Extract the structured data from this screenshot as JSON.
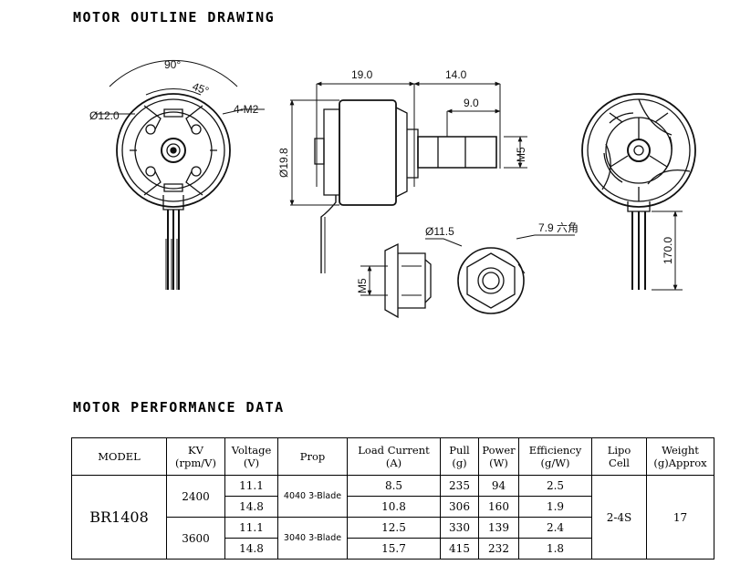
{
  "headings": {
    "outline": "MOTOR OUTLINE DRAWING",
    "performance": "MOTOR PERFORMANCE DATA"
  },
  "dimensions": {
    "angle_90": "90°",
    "angle_45": "45°",
    "diameter_12": "Ø12.0",
    "screws": "4-M2",
    "length_19": "19.0",
    "length_14": "14.0",
    "shaft_9": "9.0",
    "diameter_19_8": "Ø19.8",
    "m5_shaft": "M5",
    "diameter_11_5": "Ø11.5",
    "hex_7_9": "7.9 六角",
    "m5_nut": "M5",
    "lead_170": "170.0"
  },
  "table": {
    "headers": {
      "model": "MODEL",
      "kv": [
        "KV",
        "(rpm/V)"
      ],
      "voltage": [
        "Voltage",
        "(V)"
      ],
      "prop": "Prop",
      "current": [
        "Load Current",
        "(A)"
      ],
      "pull": [
        "Pull",
        "(g)"
      ],
      "power": [
        "Power",
        "(W)"
      ],
      "efficiency": [
        "Efficiency",
        "(g/W)"
      ],
      "lipo": [
        "Lipo",
        "Cell"
      ],
      "weight": [
        "Weight",
        "(g)Approx"
      ]
    },
    "model": "BR1408",
    "lipo": "2-4S",
    "weight": "17",
    "groups": [
      {
        "kv": "2400",
        "prop": "4040 3-Blade",
        "rows": [
          {
            "voltage": "11.1",
            "current": "8.5",
            "pull": "235",
            "power": "94",
            "efficiency": "2.5"
          },
          {
            "voltage": "14.8",
            "current": "10.8",
            "pull": "306",
            "power": "160",
            "efficiency": "1.9"
          }
        ]
      },
      {
        "kv": "3600",
        "prop": "3040 3-Blade",
        "rows": [
          {
            "voltage": "11.1",
            "current": "12.5",
            "pull": "330",
            "power": "139",
            "efficiency": "2.4"
          },
          {
            "voltage": "14.8",
            "current": "15.7",
            "pull": "415",
            "power": "232",
            "efficiency": "1.8"
          }
        ]
      }
    ]
  }
}
